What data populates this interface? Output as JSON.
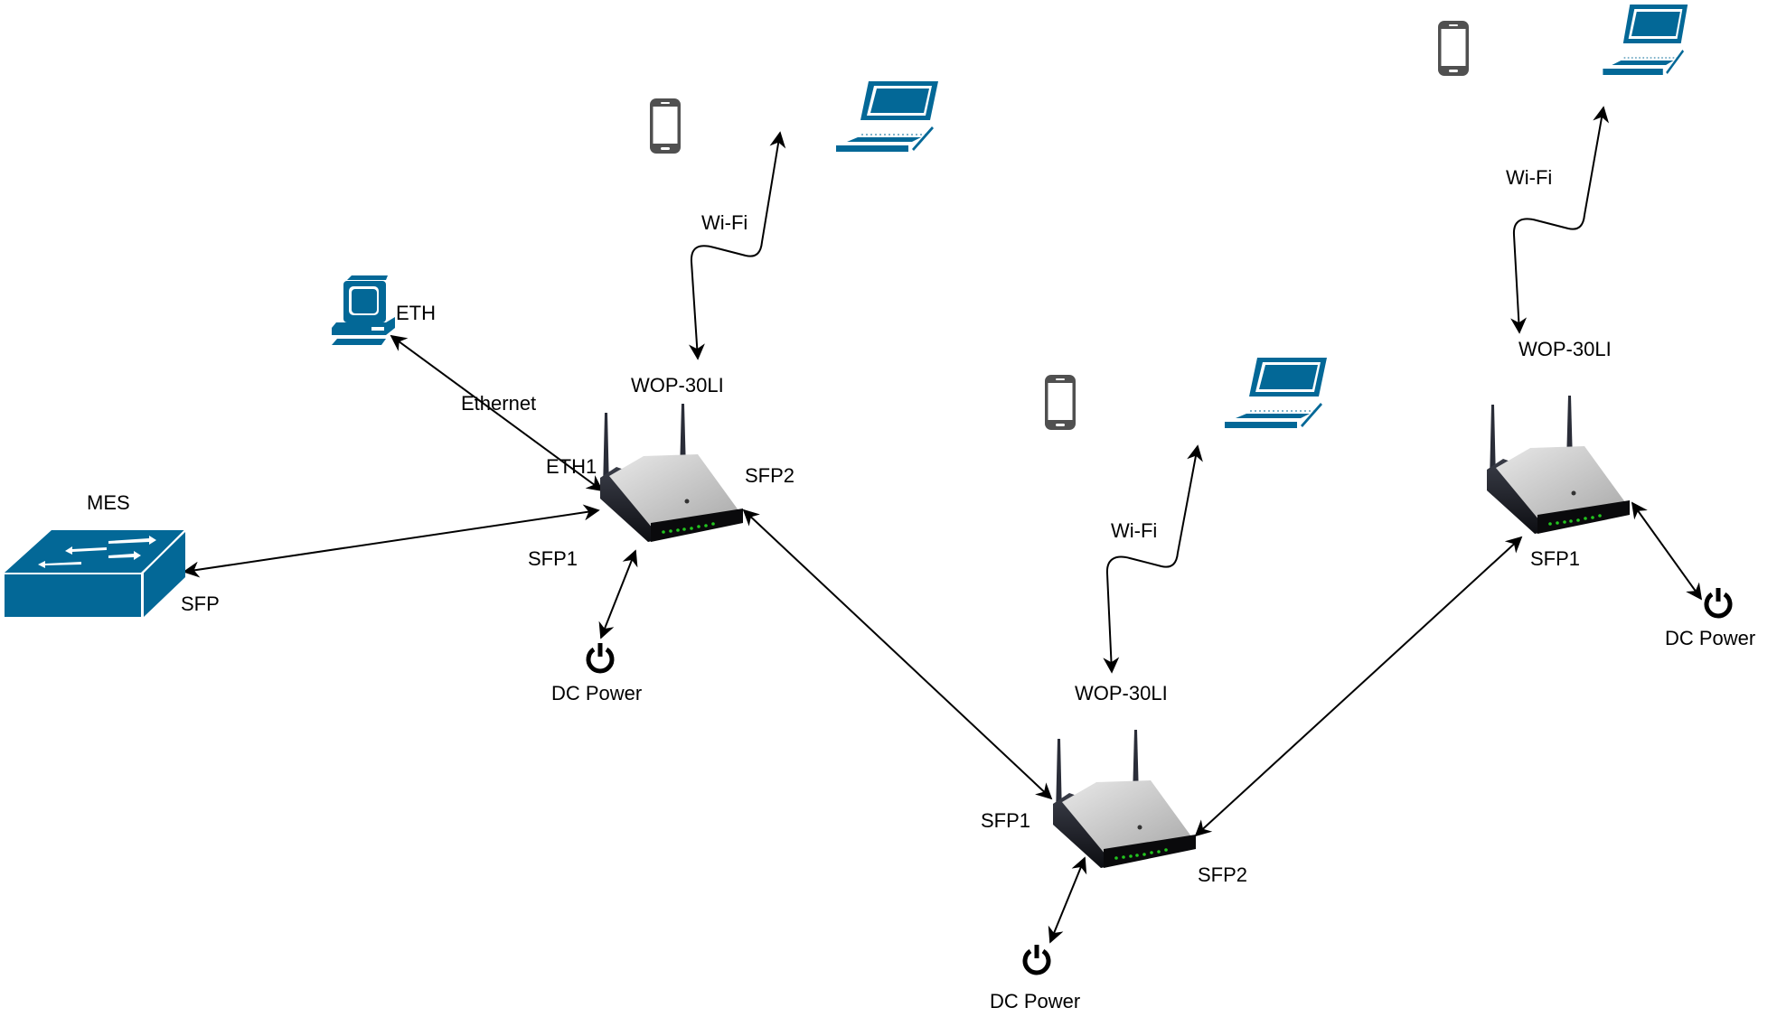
{
  "diagram": {
    "title": "",
    "colors": {
      "device_blue": "#036897",
      "phone_gray": "#505050",
      "router_body": "#1c1d22",
      "router_top": "#cfcfcf",
      "led_green": "#22c41e",
      "line": "#000000"
    },
    "nodes": {
      "switch": {
        "label": "MES",
        "port": "SFP",
        "icon": "network-switch-icon"
      },
      "pc": {
        "label": "ETH",
        "icon": "desktop-pc-icon"
      },
      "router1": {
        "label": "WOP-30LI",
        "ports": [
          "ETH1",
          "SFP1",
          "SFP2"
        ],
        "icon": "wireless-router-icon"
      },
      "router2": {
        "label": "WOP-30LI",
        "ports": [
          "SFP1",
          "SFP2"
        ],
        "icon": "wireless-router-icon"
      },
      "router3": {
        "label": "WOP-30LI",
        "ports": [
          "SFP1"
        ],
        "icon": "wireless-router-icon"
      },
      "power1": {
        "label": "DC Power",
        "icon": "power-icon"
      },
      "power2": {
        "label": "DC Power",
        "icon": "power-icon"
      },
      "power3": {
        "label": "DC Power",
        "icon": "power-icon"
      },
      "phone1": {
        "icon": "smartphone-icon"
      },
      "phone2": {
        "icon": "smartphone-icon"
      },
      "phone3": {
        "icon": "smartphone-icon"
      },
      "laptop1": {
        "icon": "laptop-icon"
      },
      "laptop2": {
        "icon": "laptop-icon"
      },
      "laptop3": {
        "icon": "laptop-icon"
      }
    },
    "links": [
      {
        "from": "switch",
        "to": "router1",
        "from_port": "SFP",
        "to_port": "SFP1",
        "label": ""
      },
      {
        "from": "pc",
        "to": "router1",
        "from_port": "ETH",
        "to_port": "ETH1",
        "label": "Ethernet"
      },
      {
        "from": "router1",
        "to": "router2",
        "from_port": "SFP2",
        "to_port": "SFP1",
        "label": ""
      },
      {
        "from": "router2",
        "to": "router3",
        "from_port": "SFP2",
        "to_port": "SFP1",
        "label": ""
      },
      {
        "from": "router1",
        "to": "power1",
        "label": ""
      },
      {
        "from": "router2",
        "to": "power2",
        "label": ""
      },
      {
        "from": "router3",
        "to": "power3",
        "label": ""
      },
      {
        "from": "router1",
        "to": "clients1",
        "label": "Wi-Fi"
      },
      {
        "from": "router2",
        "to": "clients2",
        "label": "Wi-Fi"
      },
      {
        "from": "router3",
        "to": "clients3",
        "label": "Wi-Fi"
      }
    ]
  }
}
